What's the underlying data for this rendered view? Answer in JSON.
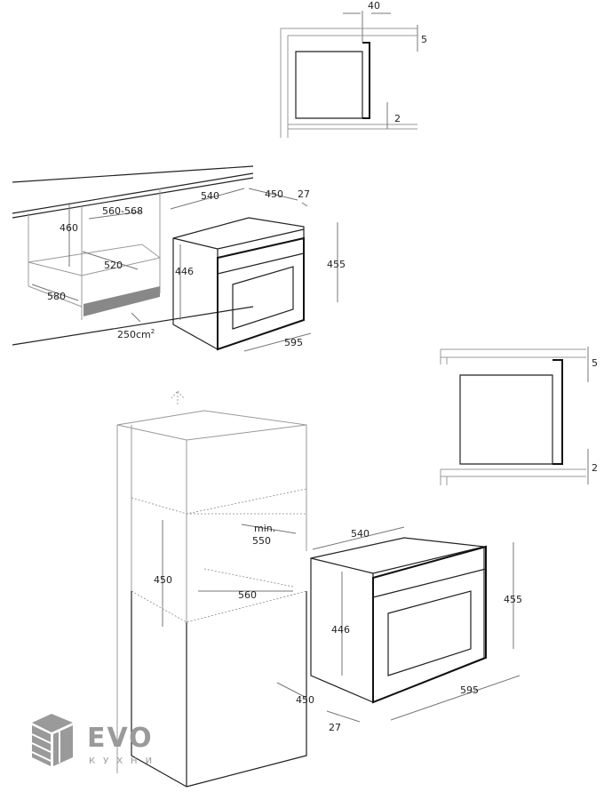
{
  "top_profile": {
    "gap_top": "40",
    "gap_right": "5",
    "gap_bottom": "2"
  },
  "under_counter": {
    "niche_height": "460",
    "niche_width": "560-568",
    "niche_inner_depth": "520",
    "niche_depth": "580",
    "ventilation": "250cm",
    "ventilation_sup": "2"
  },
  "oven_top": {
    "depth": "540",
    "body_depth": "450",
    "front": "27",
    "body_height": "446",
    "height": "455",
    "width": "595"
  },
  "side_profile": {
    "gap_top": "5",
    "gap_bottom": "2"
  },
  "tall_cabinet": {
    "min_depth": "min.",
    "min_depth_value": "550",
    "niche_height": "450",
    "niche_width": "560"
  },
  "oven_bottom": {
    "depth": "540",
    "body_height": "446",
    "height": "455",
    "width": "595",
    "body_depth": "450",
    "front": "27"
  },
  "logo": {
    "brand": "EVO",
    "subtitle": "КУХНИ"
  }
}
